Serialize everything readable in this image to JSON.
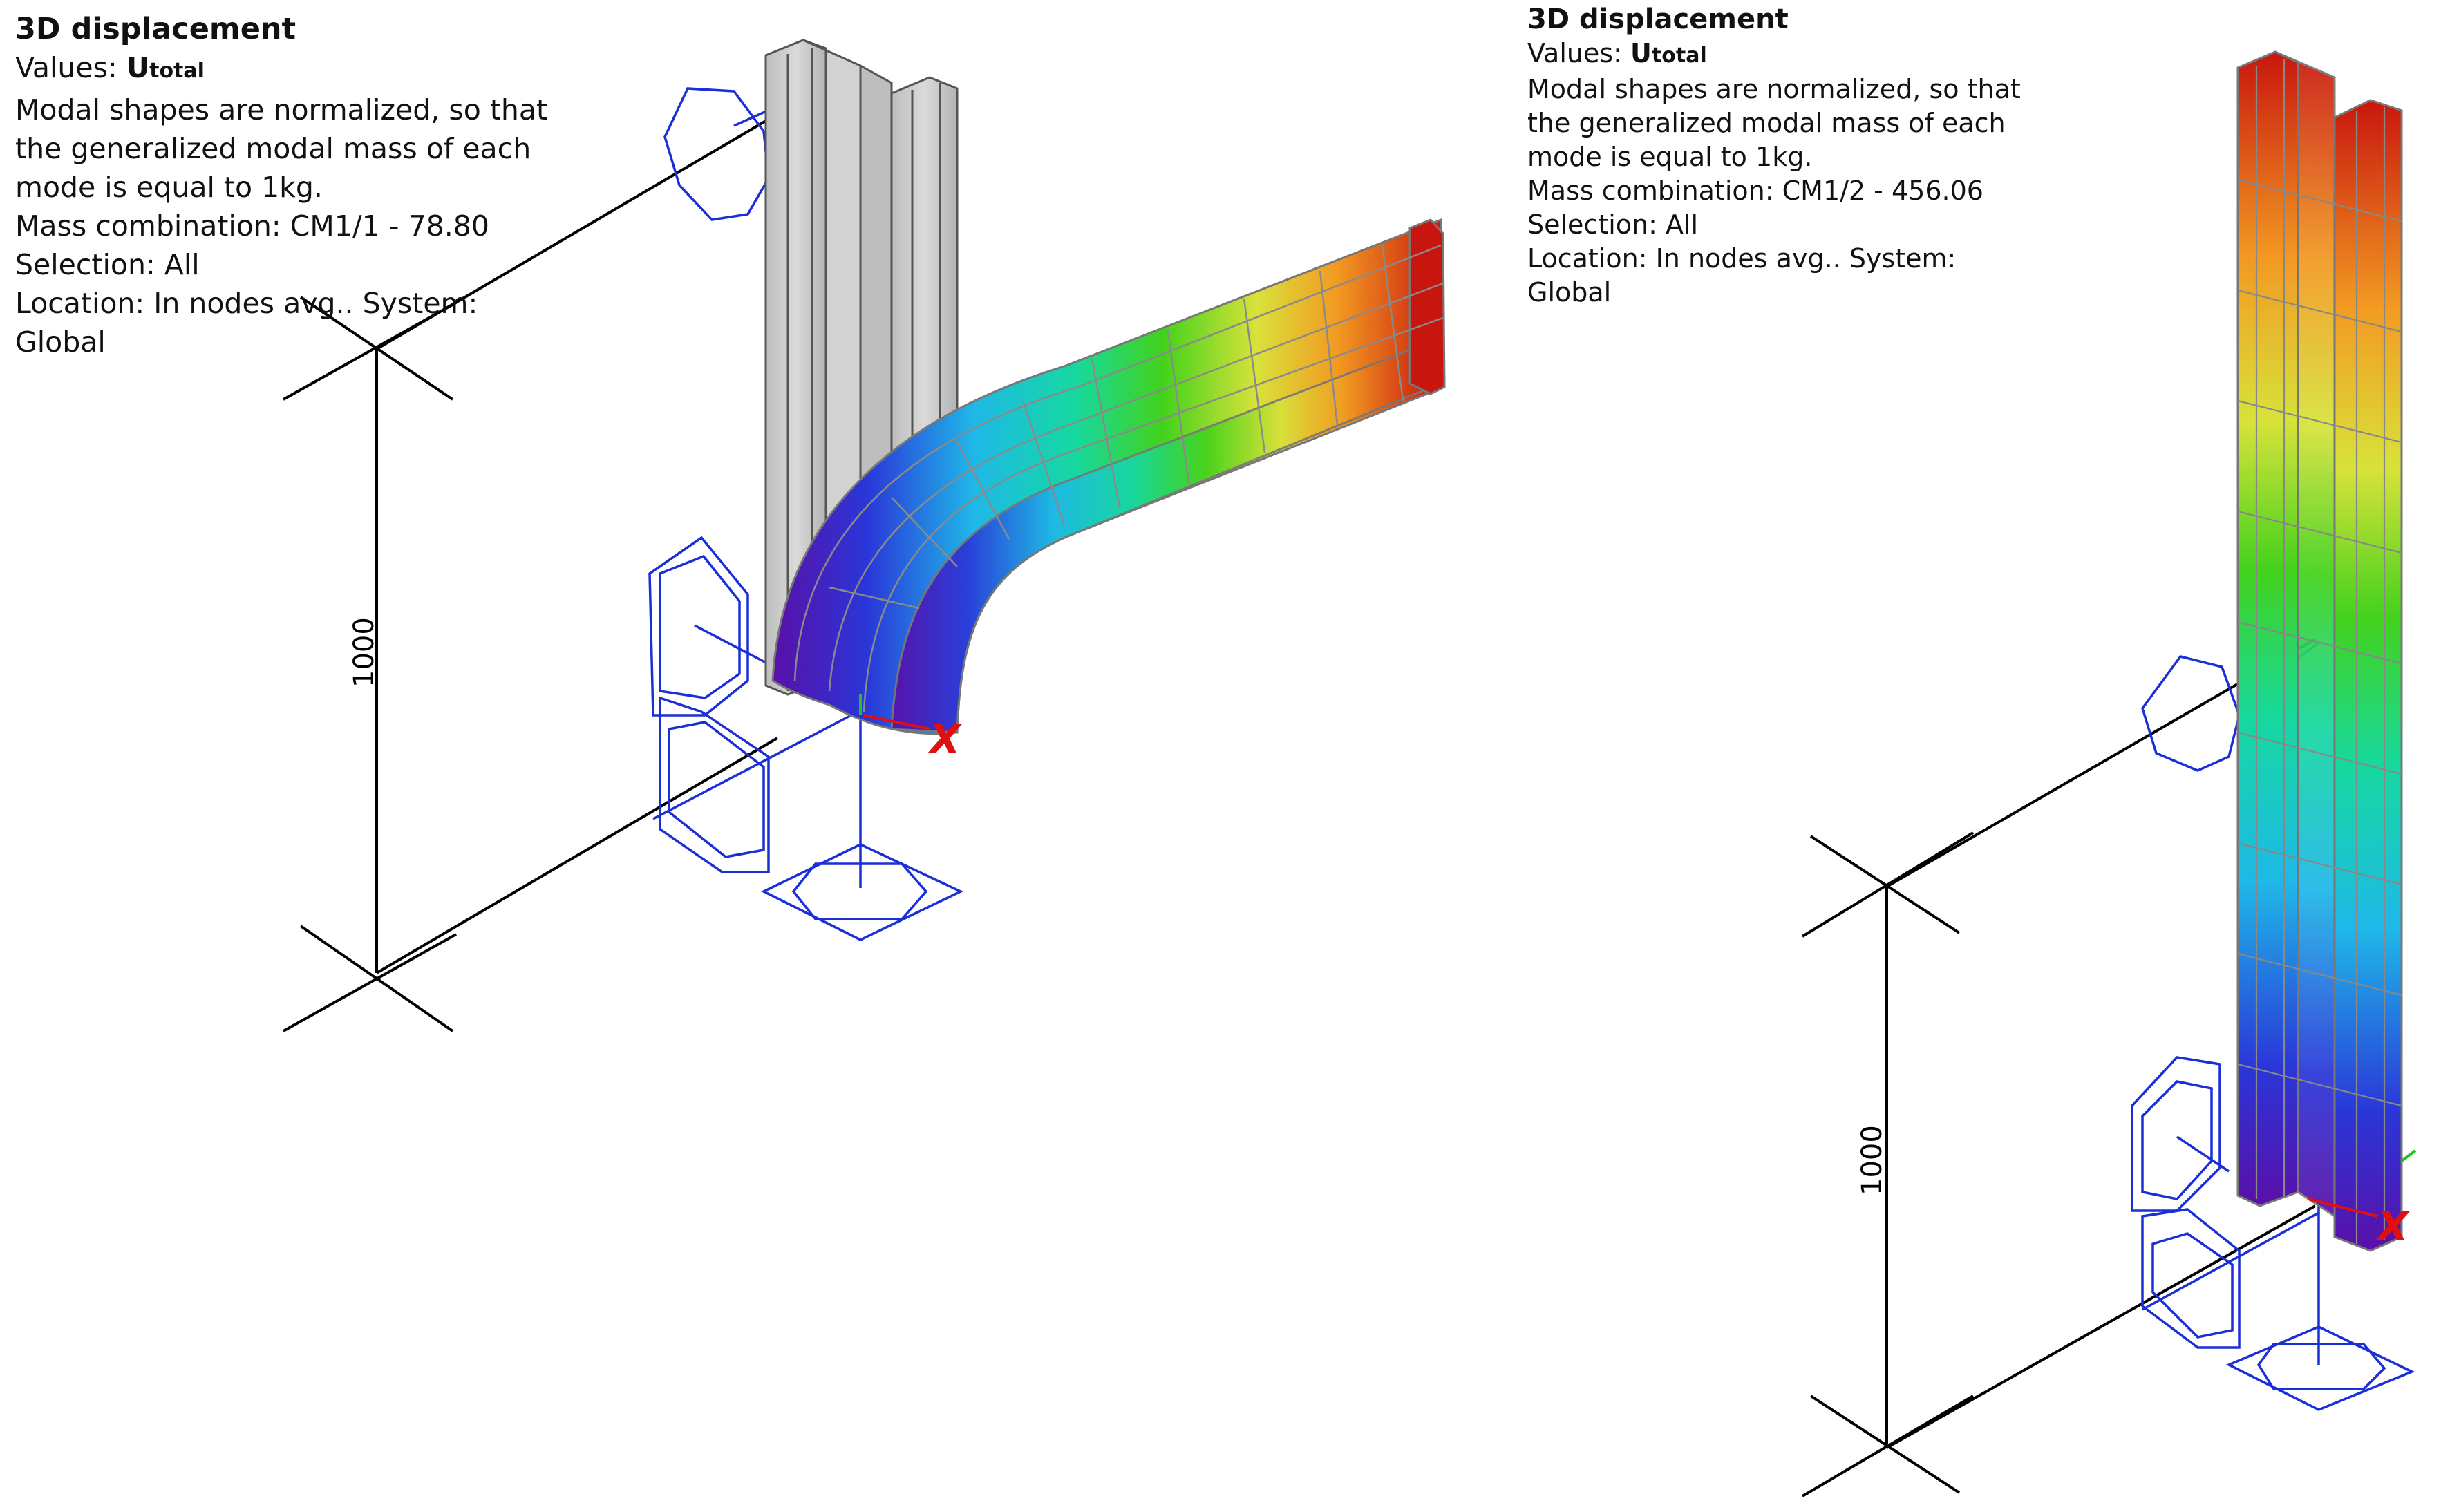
{
  "panels": [
    {
      "title": "3D displacement",
      "values_label": "Values:",
      "values_symbol": "U",
      "values_subscript": "total",
      "note": "Modal shapes are normalized, so that the generalized modal mass of each mode is equal to 1kg.",
      "mass_combination": "Mass combination:  CM1/1 - 78.80",
      "selection": "Selection: All",
      "location_line1": "Location: In nodes avg.. System:",
      "location_line2": "Global",
      "dimension_label": "1000",
      "axis_label": "X"
    },
    {
      "title": "3D displacement",
      "values_label": "Values:",
      "values_symbol": "U",
      "values_subscript": "total",
      "note": "Modal shapes are normalized, so that the generalized modal mass of each mode is equal to 1kg.",
      "mass_combination": "Mass combination:  CM1/2 - 456.06",
      "selection": "Selection: All",
      "location_line1": "Location: In nodes avg.. System:",
      "location_line2": "Global",
      "dimension_label": "1000",
      "axis_label": "X"
    }
  ],
  "colors": {
    "support": "#1a2fd6",
    "undeformed": "#c8c8c8",
    "axis_x": "#e01010",
    "scale_min": "#5a0fa8",
    "scale_max": "#cc1a10"
  }
}
